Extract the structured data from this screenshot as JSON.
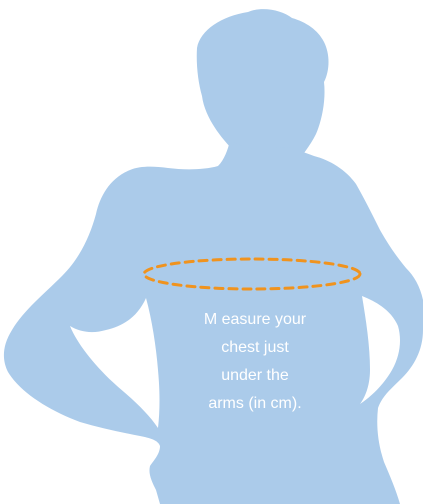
{
  "colors": {
    "background": "#ffffff",
    "silhouette": "#abcbea",
    "measure_line": "#f0931e",
    "caption_text": "#ffffff"
  },
  "illustration": {
    "subject": "person-silhouette",
    "marker": "dashed-chest-ellipse"
  },
  "caption": {
    "line1": "M easure your",
    "line2": "chest just",
    "line3": "under the",
    "line4": "arms (in cm)."
  }
}
